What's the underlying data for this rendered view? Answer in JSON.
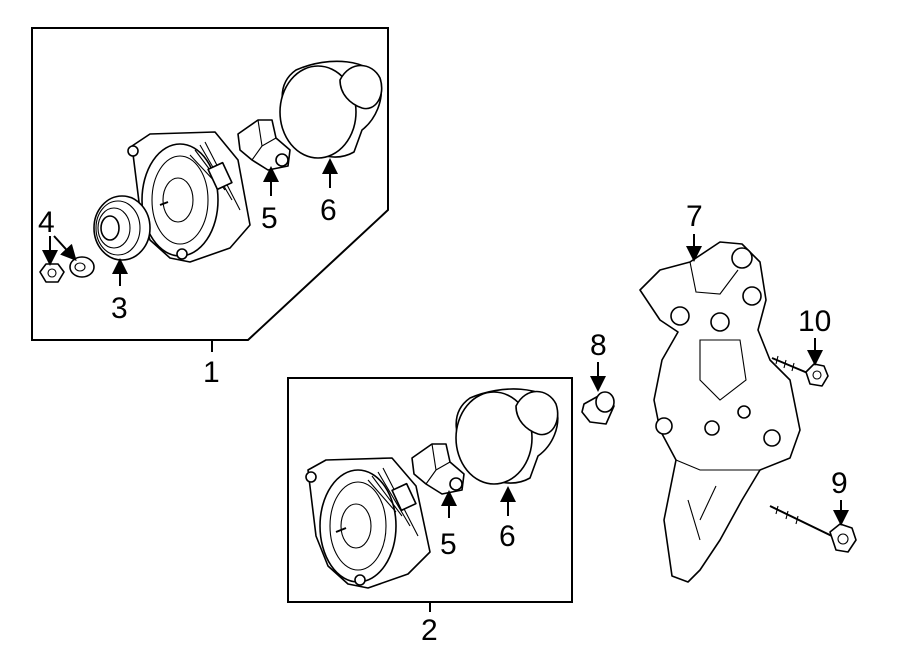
{
  "diagram": {
    "callouts": {
      "c1": "1",
      "c2": "2",
      "c3": "3",
      "c4": "4",
      "c5a": "5",
      "c5b": "5",
      "c6a": "6",
      "c6b": "6",
      "c7": "7",
      "c8": "8",
      "c9": "9",
      "c10": "10"
    }
  }
}
